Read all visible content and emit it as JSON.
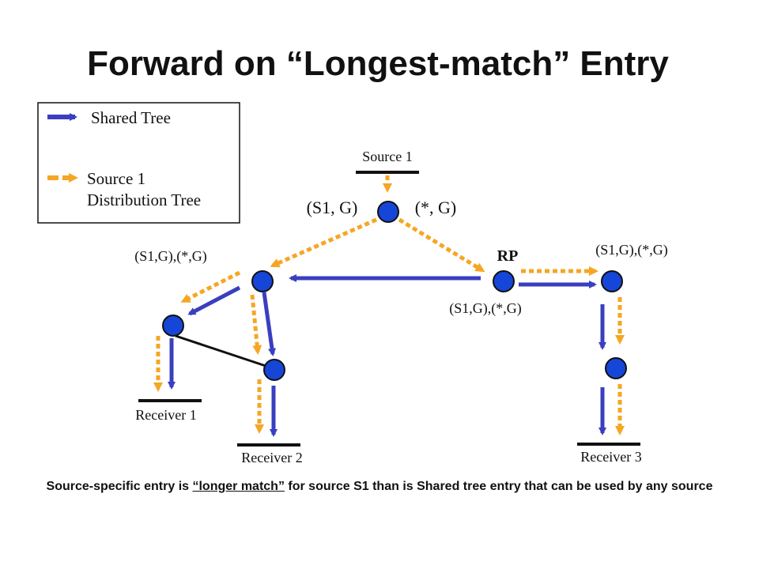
{
  "title": "Forward on “Longest-match” Entry",
  "legend": {
    "shared_label": "Shared Tree",
    "source_label_line1": "Source 1",
    "source_label_line2": "Distribution Tree"
  },
  "labels": {
    "source1": "Source 1",
    "s1g": "(S1, G)",
    "starg": "(*, G)",
    "rp": "RP",
    "left_entry": "(S1,G),(*,G)",
    "right_entry": "(S1,G),(*,G)",
    "rp_entry": "(S1,G),(*,G)",
    "receiver1": "Receiver 1",
    "receiver2": "Receiver 2",
    "receiver3": "Receiver 3"
  },
  "caption": {
    "part1": "Source-specific entry is ",
    "underlined": "“longer match”",
    "part2": " for source S1 than is Shared tree entry that can be used by any source"
  },
  "colors": {
    "shared_tree": "#3a3fbf",
    "source_tree": "#f5a623",
    "node_fill": "#1646d8",
    "node_stroke": "#111111"
  }
}
